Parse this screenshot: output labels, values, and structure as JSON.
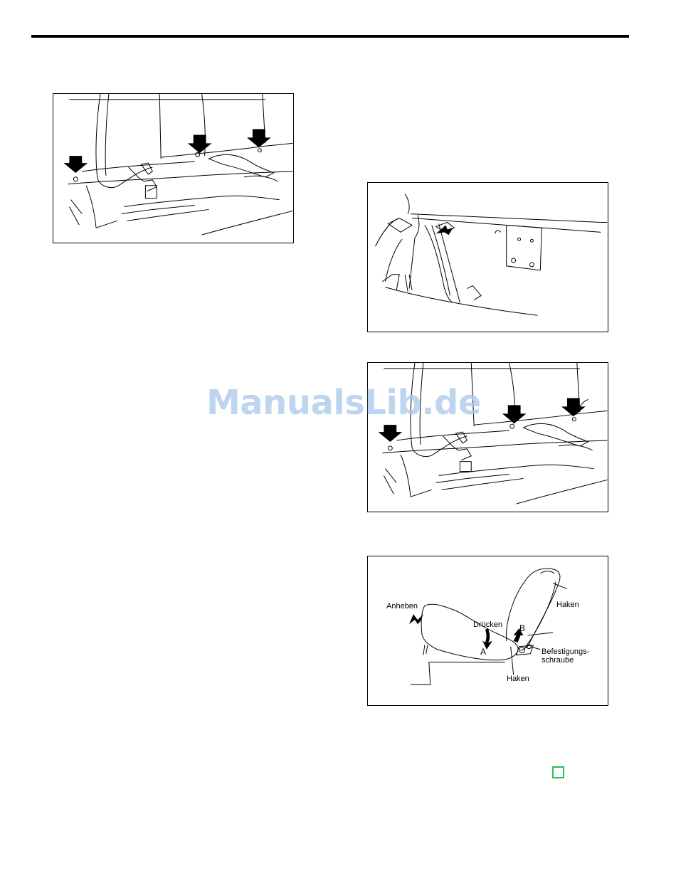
{
  "watermark": "ManualsLib.de",
  "figures": [
    {
      "name": "rear-floor-bolts-view-1"
    },
    {
      "name": "seatback-hook-view"
    },
    {
      "name": "rear-floor-bolts-view-2"
    },
    {
      "name": "seat-removal-diagram"
    }
  ],
  "diagram_labels": {
    "lift": "Anheben",
    "press": "Drücken",
    "point_a": "A",
    "point_b": "B",
    "hook_top": "Haken",
    "hook_bottom": "Haken",
    "bolt_line1": "Befestigungs-",
    "bolt_line2": "schraube"
  },
  "colors": {
    "watermark": "#a9c7ec",
    "nav_box": "#22c35a"
  }
}
